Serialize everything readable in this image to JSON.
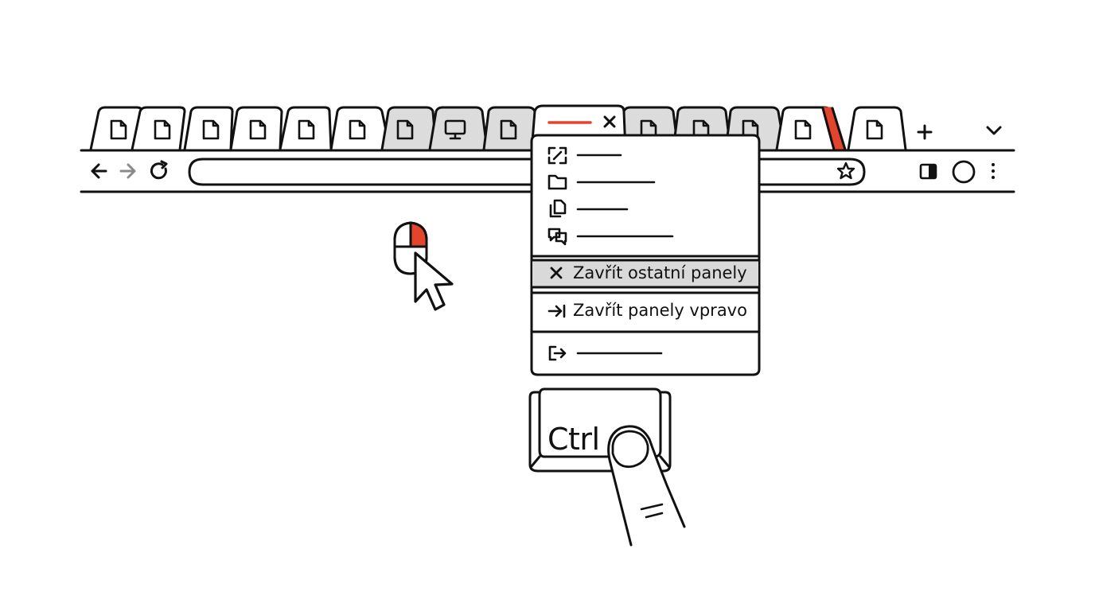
{
  "colors": {
    "ink": "#111111",
    "accent": "#e2452c",
    "tab_gray": "#dcdcdc",
    "highlight": "#d9d9d9",
    "paper": "#ffffff"
  },
  "tab_strip": {
    "tabs": [
      {
        "icon": "page-icon",
        "state": "white"
      },
      {
        "icon": "page-icon",
        "state": "white"
      },
      {
        "icon": "page-icon",
        "state": "white"
      },
      {
        "icon": "page-icon",
        "state": "white"
      },
      {
        "icon": "page-icon",
        "state": "white"
      },
      {
        "icon": "page-icon",
        "state": "white"
      },
      {
        "icon": "page-icon",
        "state": "gray"
      },
      {
        "icon": "monitor-icon",
        "state": "gray"
      },
      {
        "icon": "page-icon",
        "state": "gray"
      },
      {
        "icon": "active",
        "state": "active"
      },
      {
        "icon": "page-icon",
        "state": "gray"
      },
      {
        "icon": "page-icon",
        "state": "gray"
      },
      {
        "icon": "page-icon",
        "state": "gray"
      },
      {
        "icon": "page-icon",
        "state": "white"
      },
      {
        "icon": "page-icon",
        "state": "white"
      }
    ],
    "new_tab_icon": "plus-icon",
    "tab_search_icon": "chevron-down-icon"
  },
  "toolbar": {
    "back_icon": "arrow-left-icon",
    "forward_icon": "arrow-right-icon",
    "reload_icon": "reload-icon",
    "bookmark_icon": "star-icon",
    "side_panel_icon": "side-panel-icon",
    "profile_icon": "profile-circle-icon",
    "menu_icon": "kebab-menu-icon"
  },
  "context_menu": {
    "items": [
      {
        "icon": "fullscreen-icon",
        "label": ""
      },
      {
        "icon": "folder-icon",
        "label": ""
      },
      {
        "icon": "duplicate-icon",
        "label": ""
      },
      {
        "icon": "tab-group-icon",
        "label": ""
      },
      {
        "icon": "close-icon",
        "label": "Zavřít ostatní panely",
        "highlighted": true
      },
      {
        "icon": "close-right-icon",
        "label": "Zavřít panely vpravo",
        "highlighted": false
      },
      {
        "icon": "exit-icon",
        "label": ""
      }
    ]
  },
  "keyboard_key": {
    "label": "Ctrl"
  },
  "mouse": {
    "pressed_button": "right"
  }
}
